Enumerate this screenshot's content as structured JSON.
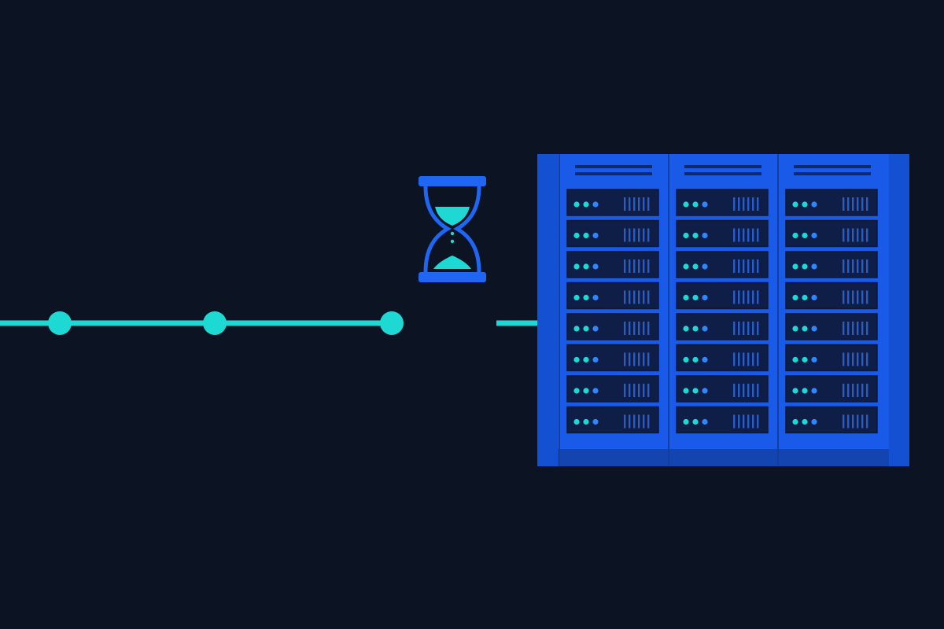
{
  "colors": {
    "background": "#0c1322",
    "connection_line": "#1ed8d4",
    "node": "#1ed8d4",
    "hourglass_frame": "#1f66f2",
    "hourglass_sand": "#1ed8d4",
    "rack_frame": "#1a5ae8",
    "rack_frame_shade": "#1450d2",
    "rack_base": "#1444b0",
    "server_unit": "#0f1e46",
    "server_unit_border": "#0c1838",
    "status_led_primary": "#1ed8d4",
    "status_led_secondary": "#2f86ff",
    "vent": "#2a5cc8"
  },
  "icons": {
    "waiting": "hourglass-icon",
    "server": "server-rack-icon"
  },
  "timeline": {
    "node_count": 3
  },
  "rack": {
    "column_count": 3,
    "units_per_column": 8
  }
}
